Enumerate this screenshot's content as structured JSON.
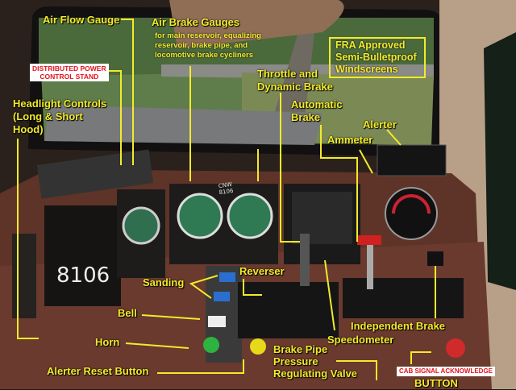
{
  "labels": {
    "air_flow_gauge": "Air Flow Gauge",
    "air_brake_gauges": "Air Brake Gauges",
    "air_brake_gauges_detail": [
      "for main reservoir, equalizing",
      "reservoir, brake pipe, and",
      "locomotive brake cycliners"
    ],
    "distributed_power": [
      "DISTRIBUTED POWER",
      "CONTROL STAND"
    ],
    "headlight_controls": [
      "Headlight Controls",
      "(Long & Short",
      "Hood)"
    ],
    "fra_windscreens": [
      "FRA Approved",
      "Semi-Bulletproof",
      "Windscreens"
    ],
    "throttle": [
      "Throttle and",
      "Dynamic Brake"
    ],
    "automatic_brake": [
      "Automatic",
      "Brake"
    ],
    "alerter": "Alerter",
    "ammeter": "Ammeter",
    "sanding": "Sanding",
    "reverser": "Reverser",
    "bell": "Bell",
    "horn": "Horn",
    "alerter_reset": "Alerter Reset Button",
    "brake_pipe_valve": [
      "Brake Pipe",
      "Pressure",
      "Regulating Valve"
    ],
    "speedometer": "Speedometer",
    "independent_brake": "Independent Brake",
    "cab_signal": "CAB SIGNAL ACKNOWLEDGE",
    "cab_signal_button": "BUTTON"
  },
  "photo_text": {
    "panel_number": "8106",
    "gauge_marking": "CNW 8106"
  },
  "colors": {
    "label": "#f2ea2a",
    "dashboard": "#5e3328",
    "red_label": "#e0141e"
  }
}
